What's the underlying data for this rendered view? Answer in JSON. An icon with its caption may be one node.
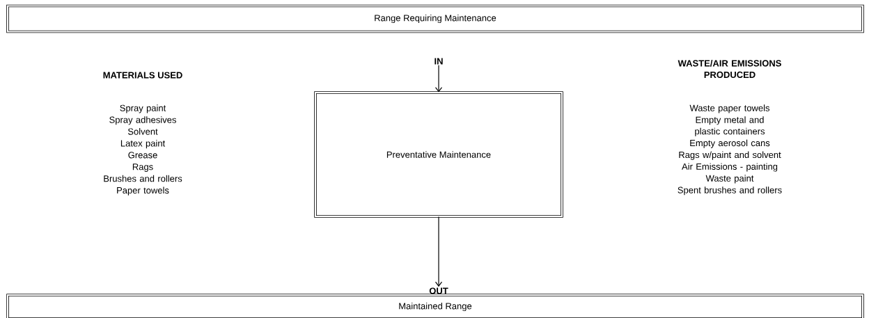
{
  "diagram": {
    "nodes": [
      {
        "text": [
          "Range Requiring Maintenance"
        ]
      },
      {
        "text": [
          "IN"
        ]
      },
      {
        "text": [
          "Preventative Maintenance"
        ]
      },
      {
        "text": [
          "OUT"
        ]
      },
      {
        "text": [
          "Maintained Range"
        ]
      }
    ],
    "edges": [
      {
        "from": 1,
        "to": 2,
        "arrow": "to"
      },
      {
        "from": 2,
        "to": 3,
        "arrow": "to"
      }
    ],
    "labels": [
      "MATERIALS USED",
      "WASTE/AIR EMISSIONS PRODUCED",
      "Spray paint",
      "Spray adhesives",
      "Solvent",
      "Latex paint",
      "Grease",
      "Rags",
      "Brushes and rollers",
      "Paper towels",
      "Waste paper towels",
      "Empty metal and plastic containers",
      "Empty aerosol cans",
      "Rags w/paint and solvent",
      "Air Emissions - painting",
      "Waste paint",
      "Spent brushes and rollers"
    ]
  }
}
